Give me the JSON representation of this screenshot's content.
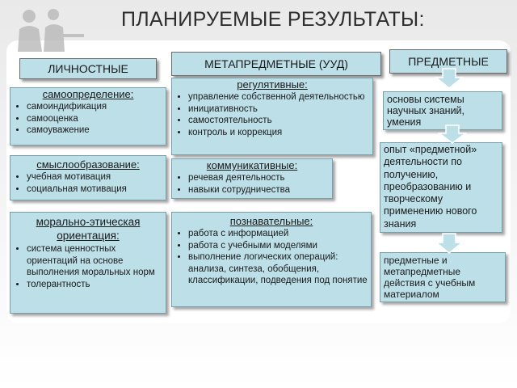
{
  "title": "ПЛАНИРУЕМЫЕ РЕЗУЛЬТАТЫ:",
  "headers": {
    "personal": "ЛИЧНОСТНЫЕ",
    "metasubject": "МЕТАПРЕДМЕТНЫЕ (УУД)",
    "subject": "ПРЕДМЕТНЫЕ"
  },
  "personal": [
    {
      "title": "самоопределение:",
      "items": [
        "самоиндификация",
        "самооценка",
        "самоуважение"
      ]
    },
    {
      "title": "смыслообразование:",
      "items": [
        "учебная мотивация",
        "социальная мотивация"
      ]
    },
    {
      "title": "морально-этическая ориентация:",
      "items": [
        "система ценностных ориентаций на основе выполнения моральных норм",
        "толерантность"
      ]
    }
  ],
  "metasubject": [
    {
      "title": "регулятивные:",
      "items": [
        "управление собственной деятельностью",
        "инициативность",
        "самостоятельность",
        "контроль и коррекция"
      ]
    },
    {
      "title": "коммуникативные:",
      "items": [
        "речевая деятельность",
        "навыки сотрудничества"
      ]
    },
    {
      "title": "познавательные:",
      "items": [
        "работа с информацией",
        "работа с учебными моделями",
        "выполнение логических операций: анализа, синтеза, обобщения, классификации, подведения под понятие"
      ]
    }
  ],
  "subject": [
    "основы системы научных знаний, умения",
    "опыт «предметной» деятельности по получению, преобразованию и творческому применению нового знания",
    "предметные и метапредметные действия  с учебным материалом"
  ],
  "colors": {
    "box_fill": "#bcdfe8",
    "arrow_fill": "#bcdfe8"
  }
}
